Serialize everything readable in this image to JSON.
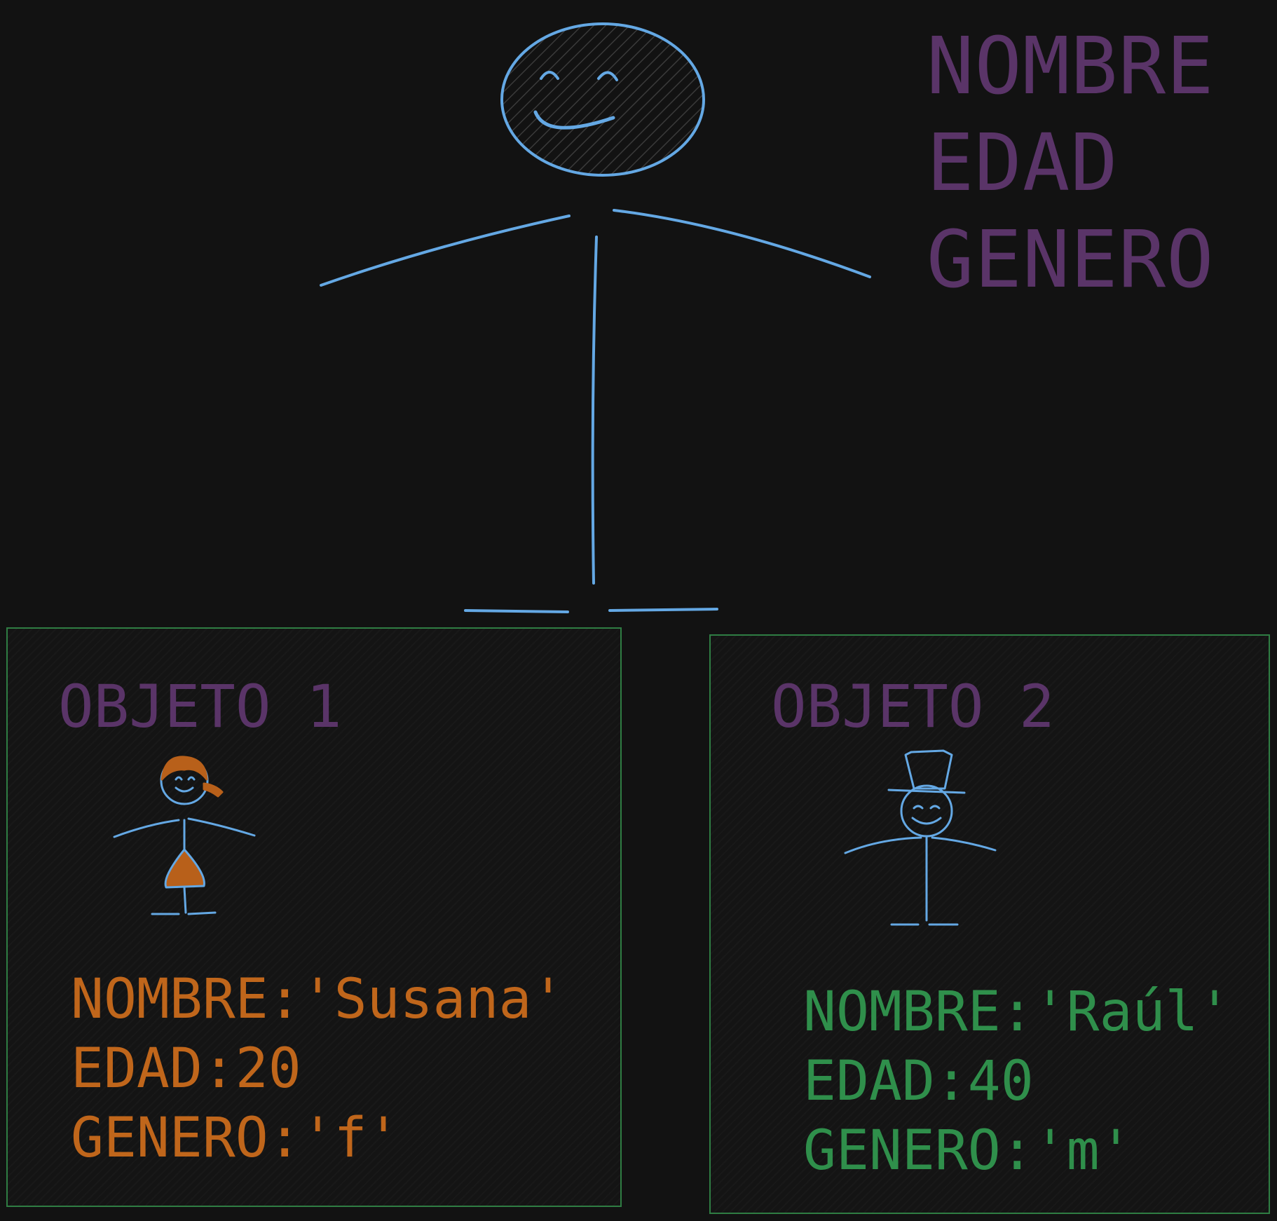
{
  "class_attributes": [
    "NOMBRE",
    "EDAD",
    "GENERO"
  ],
  "objects": [
    {
      "title": "OBJETO 1",
      "properties": [
        "NOMBRE:'Susana'",
        "EDAD:20",
        "GENERO:'f'"
      ],
      "figure": "stick-figure-girl-icon"
    },
    {
      "title": "OBJETO 2",
      "properties": [
        "NOMBRE:'Raúl'",
        "EDAD:40",
        "GENERO:'m'"
      ],
      "figure": "stick-figure-top-hat-icon"
    }
  ],
  "colors": {
    "background": "#121212",
    "stroke": "#64a8e4",
    "class_text": "#5a3468",
    "object1_text": "#c0661b",
    "object2_text": "#2f8f4b",
    "box_border": "#2f7d43"
  }
}
